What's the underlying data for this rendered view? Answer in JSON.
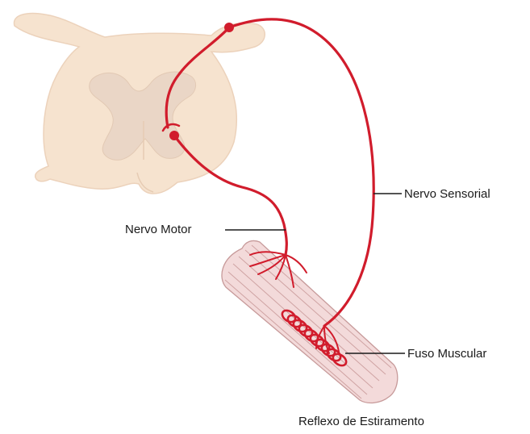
{
  "labels": {
    "sensory_nerve": "Nervo Sensorial",
    "motor_nerve": "Nervo Motor",
    "muscle_spindle": "Fuso Muscular"
  },
  "caption": "Reflexo de Estiramento",
  "colors": {
    "nerve": "#d11c2c",
    "spinal_cord": "#f6e3cf",
    "gray_matter": "#ead6c6",
    "muscle_fill": "#f3dada",
    "muscle_stripe": "#c79a9a"
  }
}
